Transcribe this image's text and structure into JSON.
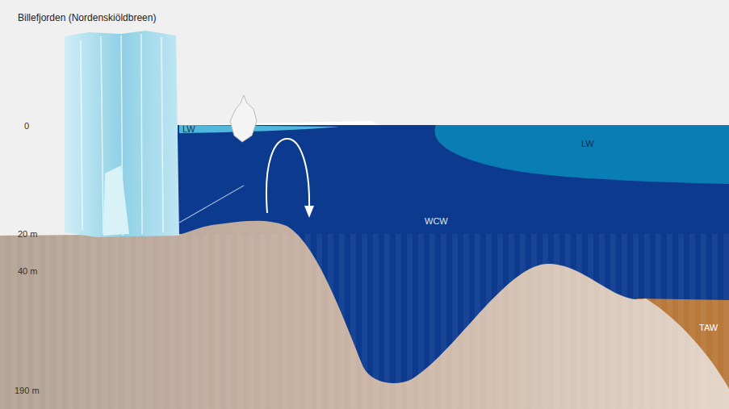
{
  "diagram": {
    "title": "Billefjorden (Nordenskiöldbreen)",
    "labels": [
      "0",
      "20 m",
      "40 m",
      "190 m",
      "LW",
      "LW",
      "WCW",
      "TAW"
    ]
  }
}
